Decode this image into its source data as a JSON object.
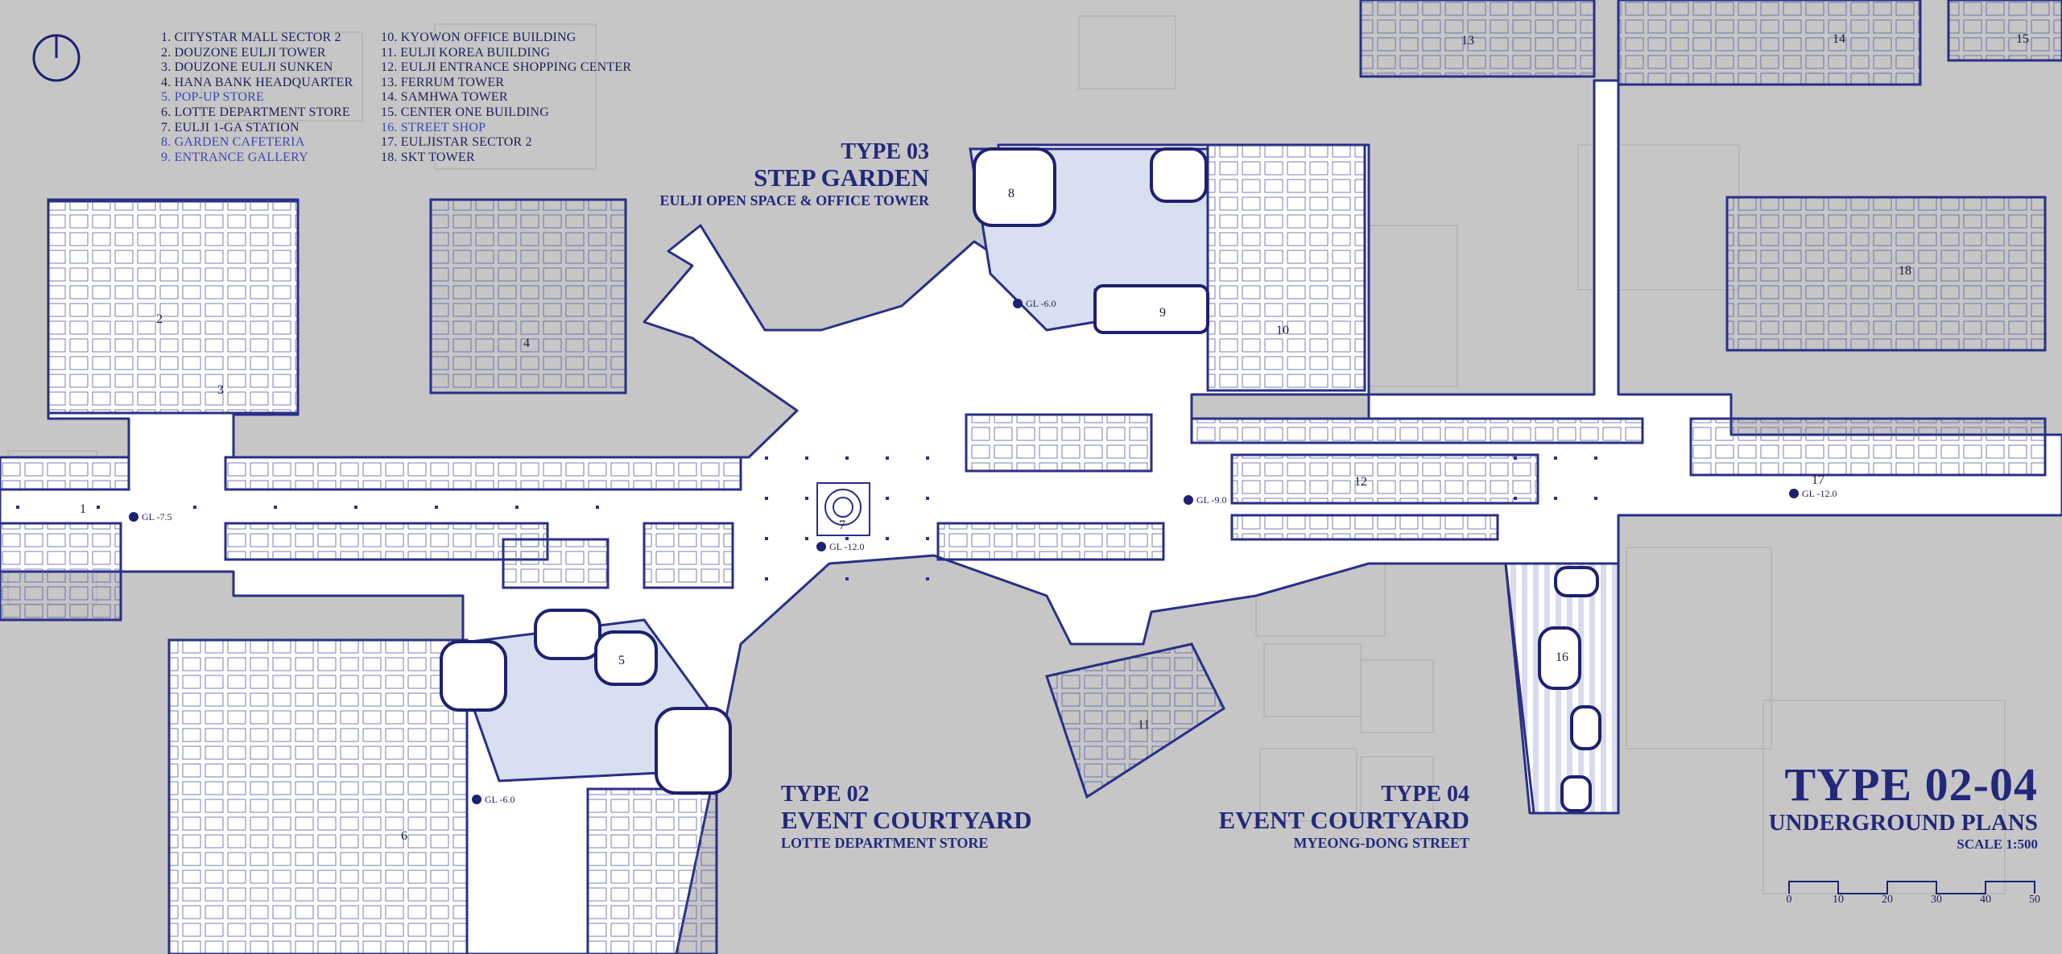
{
  "legend": {
    "col1": [
      {
        "text": "1. CITYSTAR MALL SECTOR 2",
        "highlight": false
      },
      {
        "text": "2. DOUZONE EULJI TOWER",
        "highlight": false
      },
      {
        "text": "3. DOUZONE EULJI SUNKEN",
        "highlight": false
      },
      {
        "text": "4. HANA BANK HEADQUARTER",
        "highlight": false
      },
      {
        "text": "5. POP-UP STORE",
        "highlight": true
      },
      {
        "text": "6. LOTTE DEPARTMENT STORE",
        "highlight": false
      },
      {
        "text": "7. EULJI 1-GA STATION",
        "highlight": false
      },
      {
        "text": "8. GARDEN CAFETERIA",
        "highlight": true
      },
      {
        "text": "9. ENTRANCE GALLERY",
        "highlight": true
      }
    ],
    "col2": [
      {
        "text": "10. KYOWON OFFICE BUILDING",
        "highlight": false
      },
      {
        "text": "11. EULJI KOREA BUILDING",
        "highlight": false
      },
      {
        "text": "12. EULJI ENTRANCE SHOPPING CENTER",
        "highlight": false
      },
      {
        "text": "13. FERRUM TOWER",
        "highlight": false
      },
      {
        "text": "14. SAMHWA TOWER",
        "highlight": false
      },
      {
        "text": "15. CENTER ONE BUILDING",
        "highlight": false
      },
      {
        "text": "16. STREET SHOP",
        "highlight": true
      },
      {
        "text": "17. EULJISTAR SECTOR 2",
        "highlight": false
      },
      {
        "text": "18. SKT TOWER",
        "highlight": false
      }
    ]
  },
  "type03": {
    "line1": "TYPE 03",
    "line2": "STEP GARDEN",
    "line3": "EULJI OPEN SPACE & OFFICE TOWER"
  },
  "type02": {
    "line1": "TYPE 02",
    "line2": "EVENT COURTYARD",
    "line3": "LOTTE DEPARTMENT STORE"
  },
  "type04": {
    "line1": "TYPE 04",
    "line2": "EVENT COURTYARD",
    "line3": "MYEONG-DONG STREET"
  },
  "main_title": {
    "line1": "TYPE 02-04",
    "line2": "UNDERGROUND PLANS",
    "line3": "SCALE 1:500"
  },
  "scale_bar": {
    "ticks": [
      "0",
      "10",
      "20",
      "30",
      "40",
      "50"
    ]
  },
  "building_numbers": [
    "1",
    "2",
    "3",
    "4",
    "5",
    "6",
    "7",
    "8",
    "9",
    "10",
    "11",
    "12",
    "13",
    "14",
    "15",
    "16",
    "17",
    "18"
  ],
  "ground_levels": {
    "gl_1": "GL -7.5",
    "gl_5": "GL -6.0",
    "gl_7": "GL -12.0",
    "gl_8": "GL -6.0",
    "gl_12": "GL -9.0",
    "gl_17": "GL -12.0"
  },
  "colors": {
    "background": "#c6c6c7",
    "floor": "#ffffff",
    "wall": "#2a2f86",
    "accent_fill": "#d7dff0",
    "text": "#24287a"
  }
}
